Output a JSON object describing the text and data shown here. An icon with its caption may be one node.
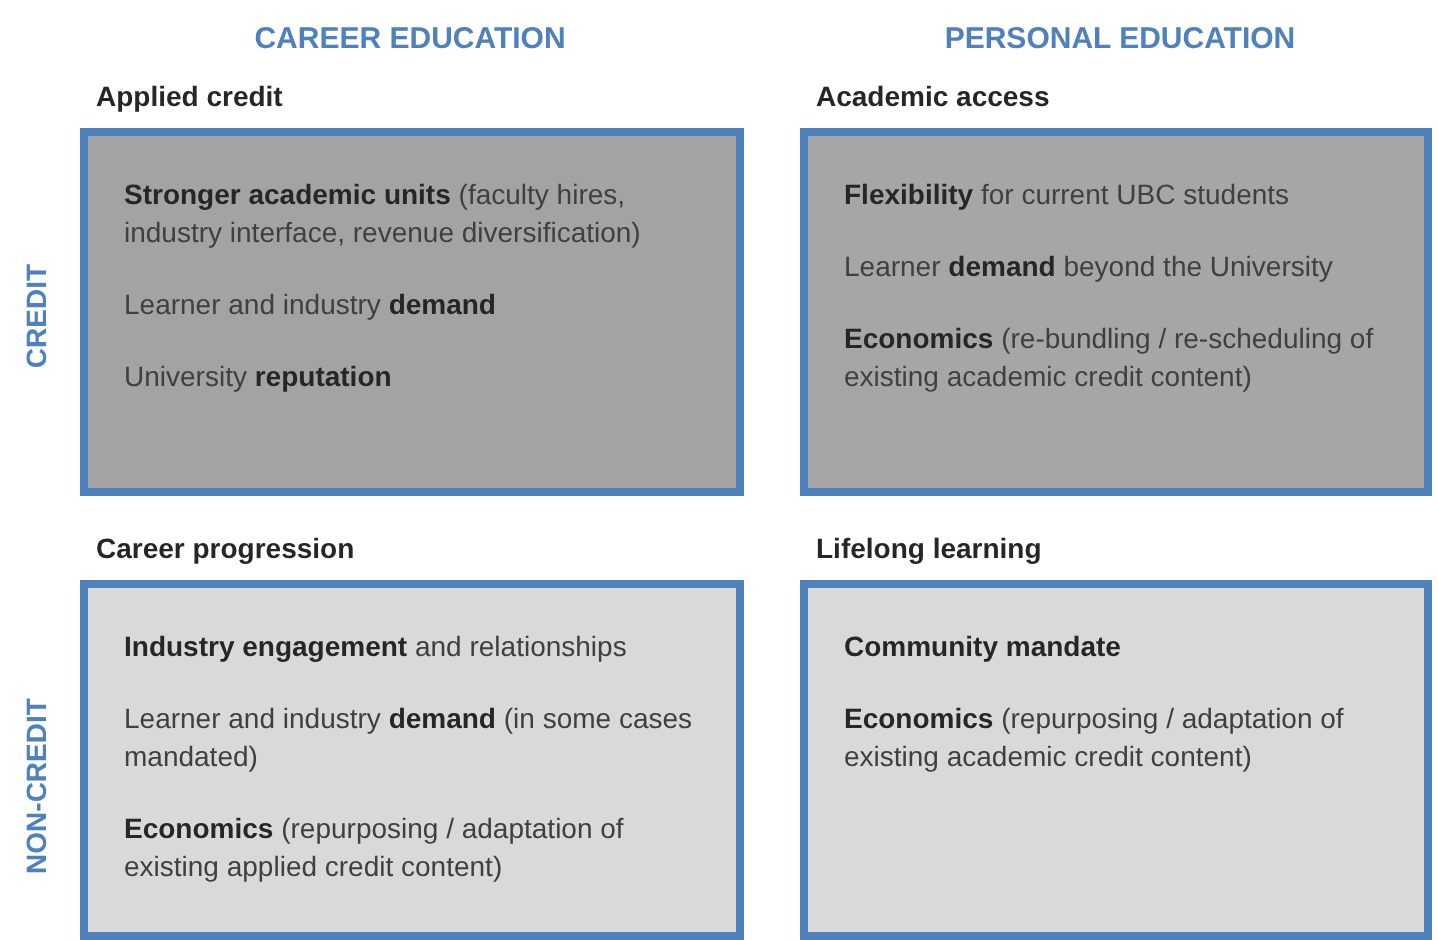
{
  "diagram": {
    "nodes": [
      {
        "text": [
          "Applied credit",
          "**Stronger academic units** (faculty hires, industry interface, revenue diversification)",
          "Learner and industry **demand**",
          "University **reputation**"
        ]
      },
      {
        "text": [
          "Academic access",
          "**Flexibility** for current UBC students",
          "Learner **demand** beyond the University",
          "**Economics** (re-bundling / re-scheduling of existing academic credit content)"
        ]
      },
      {
        "text": [
          "Career progression",
          "**Industry engagement** and relationships",
          "Learner and industry **demand** (in some cases mandated)",
          "**Economics** (repurposing / adaptation of existing applied credit content)"
        ]
      },
      {
        "text": [
          "Lifelong learning",
          "**Community mandate**",
          "**Economics** (repurposing / adaptation of existing academic credit content)"
        ]
      }
    ],
    "labels": [
      "CAREER EDUCATION",
      "PERSONAL EDUCATION",
      "CREDIT",
      "NON-CREDIT"
    ]
  }
}
